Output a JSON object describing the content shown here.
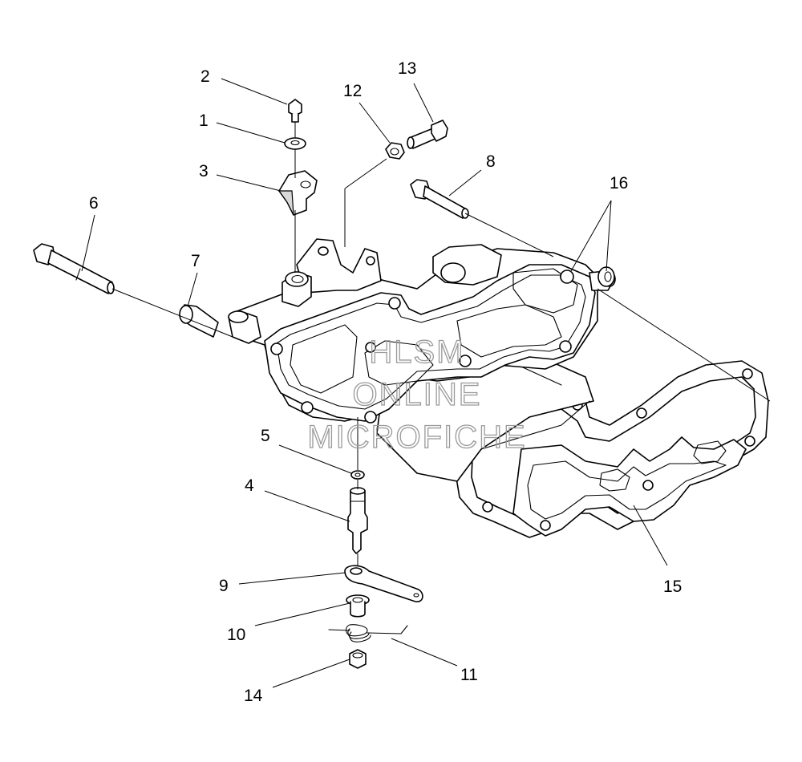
{
  "callouts": [
    {
      "id": "c1",
      "label": "1"
    },
    {
      "id": "c2",
      "label": "2"
    },
    {
      "id": "c3",
      "label": "3"
    },
    {
      "id": "c4",
      "label": "4"
    },
    {
      "id": "c5",
      "label": "5"
    },
    {
      "id": "c6",
      "label": "6"
    },
    {
      "id": "c7",
      "label": "7"
    },
    {
      "id": "c8",
      "label": "8"
    },
    {
      "id": "c9",
      "label": "9"
    },
    {
      "id": "c10",
      "label": "10"
    },
    {
      "id": "c11",
      "label": "11"
    },
    {
      "id": "c12",
      "label": "12"
    },
    {
      "id": "c13",
      "label": "13"
    },
    {
      "id": "c14",
      "label": "14"
    },
    {
      "id": "c15",
      "label": "15"
    },
    {
      "id": "c16",
      "label": "16"
    }
  ],
  "watermark": {
    "line1": "HLSM",
    "line2": "ONLINE",
    "line3": "MICROFICHE",
    "color": "#9a9a9a"
  }
}
